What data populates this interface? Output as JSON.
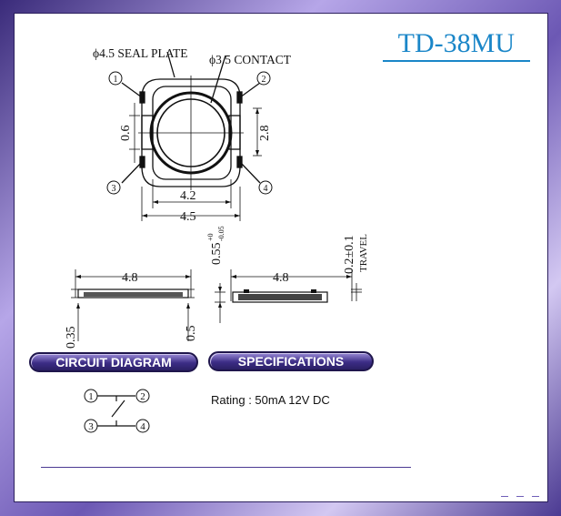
{
  "product": {
    "model": "TD-38MU"
  },
  "top_view": {
    "seal_plate_label": "ϕ4.5 SEAL PLATE",
    "contact_label": "ϕ3.5 CONTACT",
    "pin_labels": [
      "1",
      "2",
      "3",
      "4"
    ],
    "dim_left": "0.6",
    "dim_right": "2.8",
    "dim_inner_width": "4.2",
    "dim_outer_width": "4.5"
  },
  "side_view_left": {
    "dim_length": "4.8",
    "dim_height_left": "0.35",
    "dim_height_right": "0.5"
  },
  "side_view_right": {
    "dim_length": "4.8",
    "dim_thickness_base": "0.55",
    "dim_thickness_sup": "+0",
    "dim_thickness_sub": "-0.05",
    "dim_travel": "0.2±0.1",
    "travel_label": "TRAVEL"
  },
  "sections": {
    "circuit_title": "CIRCUIT DIAGRAM",
    "specs_title": "SPECIFICATIONS"
  },
  "circuit": {
    "pins": [
      "1",
      "2",
      "3",
      "4"
    ]
  },
  "specs": {
    "rating": "Rating : 50mA 12V DC"
  },
  "colors": {
    "title_blue": "#1a86c8",
    "frame_purple": "#4b3a92",
    "drawing_ink": "#111111"
  }
}
